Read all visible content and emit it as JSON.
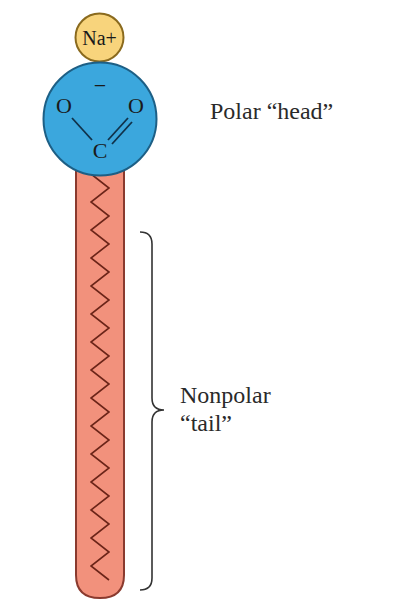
{
  "diagram": {
    "nodes": [
      {
        "text": [
          "Na+"
        ]
      },
      {
        "text": [
          "−",
          "O",
          "O",
          "C"
        ]
      }
    ],
    "labels": [
      "Polar “head”",
      "Nonpolar “tail”"
    ]
  }
}
